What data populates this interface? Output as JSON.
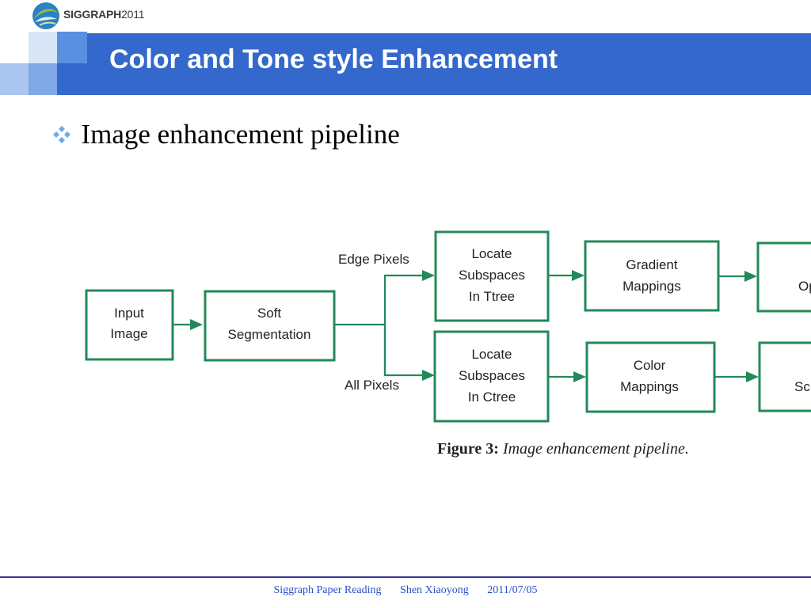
{
  "logo": {
    "text": "SIGGRAPH",
    "year": "2011"
  },
  "title": "Color and Tone style Enhancement",
  "bullet": {
    "text": "Image enhancement pipeline"
  },
  "diagram": {
    "boxes": {
      "input": [
        "Input",
        "Image"
      ],
      "soft": [
        "Soft",
        "Segmentation"
      ],
      "locate_t": [
        "Locate",
        "Subspaces",
        "In Ttree"
      ],
      "locate_c": [
        "Locate",
        "Subspaces",
        "In Ctree"
      ],
      "gradient": [
        "Gradient",
        "Mappings"
      ],
      "color": [
        "Color",
        "Mappings"
      ],
      "right_top": "Op",
      "right_bottom": "Sc"
    },
    "edge_labels": {
      "edge_pixels": "Edge Pixels",
      "all_pixels": "All Pixels"
    }
  },
  "caption": {
    "label": "Figure 3:",
    "text": "Image enhancement pipeline."
  },
  "footer": {
    "course": "Siggraph Paper Reading",
    "author": "Shen Xiaoyong",
    "date": "2011/07/05"
  },
  "colors": {
    "title_band": "#3468cc",
    "box_stroke": "#23895a",
    "footer_text": "#2c4ec6",
    "footer_line": "#3b3b9c"
  }
}
